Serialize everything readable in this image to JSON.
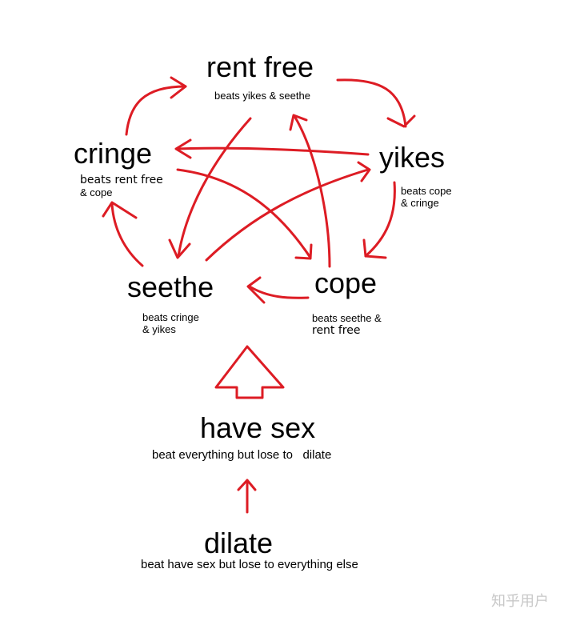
{
  "nodes": {
    "rent_free": {
      "name": "rent free",
      "rule": "beats yikes & seethe"
    },
    "yikes": {
      "name": "yikes",
      "rule_line1": "beats cope",
      "rule_line2": "& cringe"
    },
    "cringe": {
      "name": "cringe",
      "rule_line1": "beats rent free",
      "rule_line2": "& cope"
    },
    "seethe": {
      "name": "seethe",
      "rule_line1": "beats cringe",
      "rule_line2": "& yikes"
    },
    "cope": {
      "name": "cope",
      "rule_line1": "beats seethe &",
      "rule_line2": "rent free"
    },
    "have_sex": {
      "name": "have sex",
      "rule": "beat everything but lose to   dilate"
    },
    "dilate": {
      "name": "dilate",
      "rule": "beat have sex but lose to everything else"
    }
  },
  "watermark": "知乎用户",
  "colors": {
    "arrow": "#dd1c24",
    "text": "#000000",
    "watermark": "#c8c8c8"
  }
}
